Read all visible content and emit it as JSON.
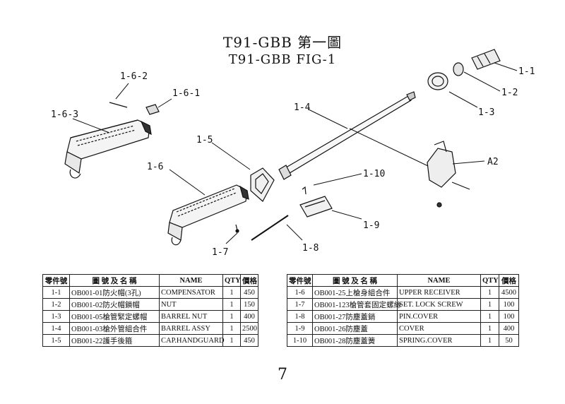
{
  "title_zh": "T91-GBB 第一圖",
  "title_en": "T91-GBB FIG-1",
  "callouts": [
    "1-6-2",
    "1-6-1",
    "1-6-3",
    "1-6",
    "1-5",
    "1-4",
    "1-10",
    "1-9",
    "1-7",
    "1-8",
    "1-1",
    "1-2",
    "1-3",
    "A2"
  ],
  "table_headers": [
    "零件號",
    "圖 號 及 名 稱",
    "NAME",
    "QTY",
    "價格"
  ],
  "left_table": [
    [
      "1-1",
      "OB001-01防火帽(3孔)",
      "COMPENSATOR",
      "1",
      "450"
    ],
    [
      "1-2",
      "OB001-02防火帽鎖帽",
      "NUT",
      "1",
      "150"
    ],
    [
      "1-3",
      "OB001-05槍管緊定螺帽",
      "BARREL NUT",
      "1",
      "400"
    ],
    [
      "1-4",
      "OB001-03槍外管組合件",
      "BARREL ASSY",
      "1",
      "2500"
    ],
    [
      "1-5",
      "OB001-22護手後箍",
      "CAP.HANDGUARD",
      "1",
      "450"
    ]
  ],
  "right_table": [
    [
      "1-6",
      "OB001-25上槍身組合件",
      "UPPER RECEIVER",
      "1",
      "4500"
    ],
    [
      "1-7",
      "OB001-123槍管套固定螺絲",
      "SET. LOCK SCREW",
      "1",
      "100"
    ],
    [
      "1-8",
      "OB001-27防塵蓋銷",
      "PIN.COVER",
      "1",
      "100"
    ],
    [
      "1-9",
      "OB001-26防塵蓋",
      "COVER",
      "1",
      "400"
    ],
    [
      "1-10",
      "OB001-28防塵蓋簧",
      "SPRING.COVER",
      "1",
      "50"
    ]
  ],
  "page_number": "7"
}
